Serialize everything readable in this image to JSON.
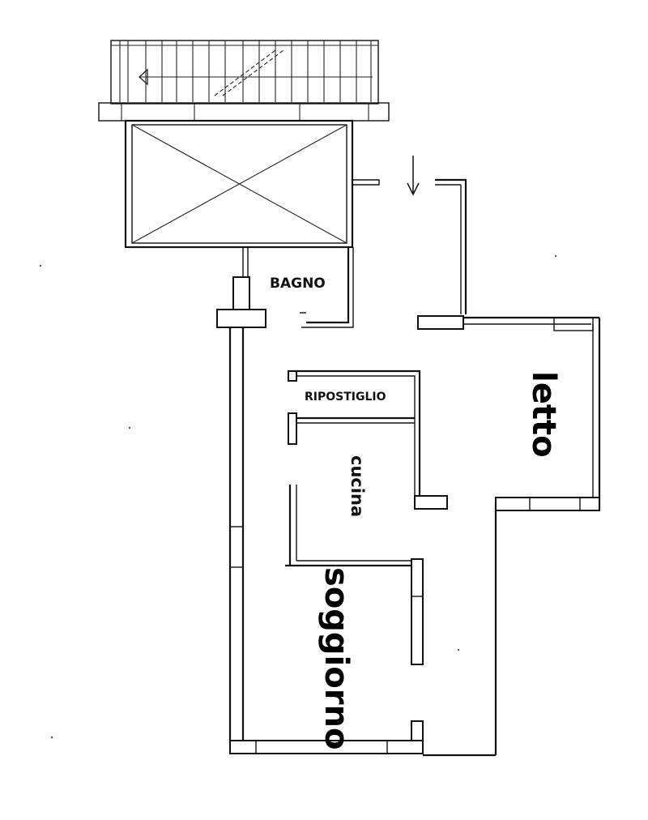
{
  "rooms": {
    "bagno": "BAGNO",
    "ripostiglio": "RIPOSTIGLIO",
    "cucina": "cucina",
    "letto": "letto",
    "soggiorno": "soggiorno"
  }
}
